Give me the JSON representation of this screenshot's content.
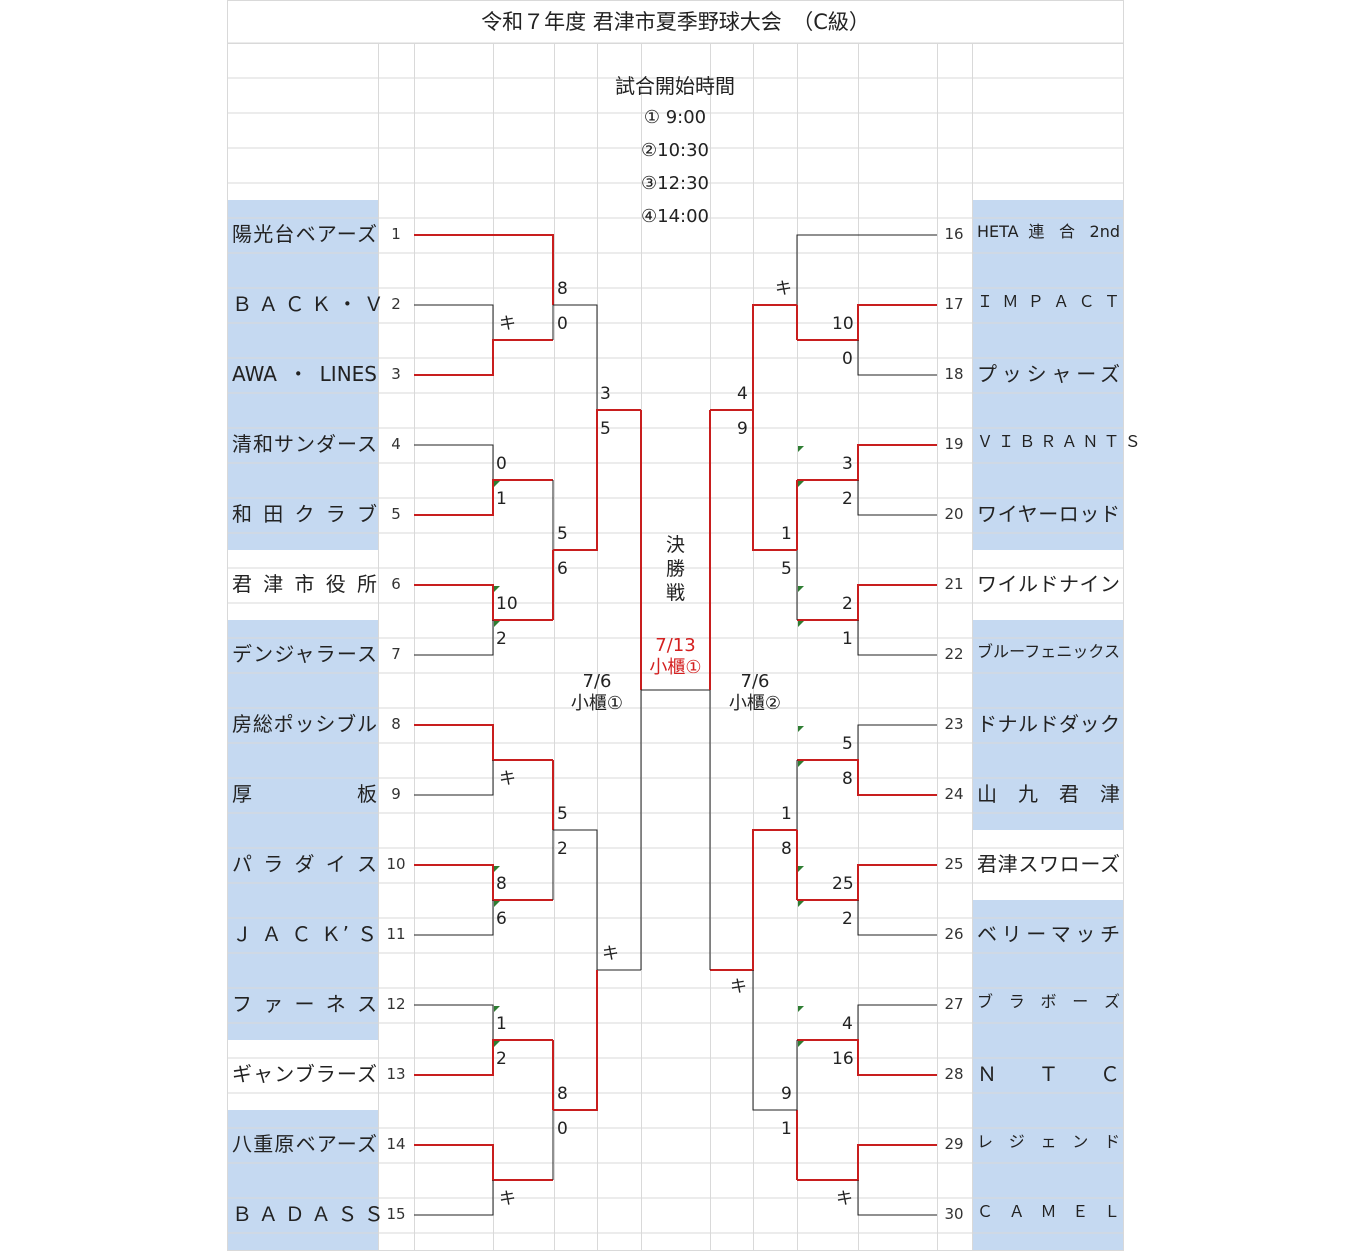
{
  "title": "令和７年度 君津市夏季野球大会　（C級）",
  "schedule": {
    "header": "試合開始時間",
    "times": [
      "①  9:00",
      "②10:30",
      "③12:30",
      "④14:00"
    ]
  },
  "left_teams": [
    {
      "seed": "1",
      "name": "陽光台ベアーズ",
      "shaded": true
    },
    {
      "seed": "2",
      "name": "Ｂ Ａ Ｃ Ｋ ・ Ｖ",
      "shaded": true
    },
    {
      "seed": "3",
      "name": "AWA・LINES",
      "shaded": true
    },
    {
      "seed": "4",
      "name": "清和サンダース",
      "shaded": true
    },
    {
      "seed": "5",
      "name": "和 田 ク ラ ブ",
      "shaded": true
    },
    {
      "seed": "6",
      "name": "君 津 市 役 所",
      "shaded": false
    },
    {
      "seed": "7",
      "name": "デンジャラース",
      "shaded": true
    },
    {
      "seed": "8",
      "name": "房総ポッシブル",
      "shaded": true
    },
    {
      "seed": "9",
      "name": "厚　　　　 板",
      "shaded": true
    },
    {
      "seed": "10",
      "name": "パ ラ ダ イ ス",
      "shaded": true
    },
    {
      "seed": "11",
      "name": "Ｊ Ａ Ｃ Ｋ’ Ｓ",
      "shaded": true
    },
    {
      "seed": "12",
      "name": "フ ァ ー ネ ス",
      "shaded": true
    },
    {
      "seed": "13",
      "name": "ギャンブラーズ",
      "shaded": false
    },
    {
      "seed": "14",
      "name": "八重原ベアーズ",
      "shaded": true
    },
    {
      "seed": "15",
      "name": "Ｂ Ａ Ｄ Ａ Ｓ Ｓ",
      "shaded": true
    }
  ],
  "right_teams": [
    {
      "seed": "16",
      "name": "HETA 連 合 2nd",
      "shaded": true
    },
    {
      "seed": "17",
      "name": "Ｉ Ｍ Ｐ Ａ Ｃ Ｔ",
      "shaded": true
    },
    {
      "seed": "18",
      "name": "プッシャーズ",
      "shaded": true
    },
    {
      "seed": "19",
      "name": "Ｖ Ｉ Ｂ Ｒ Ａ Ｎ Ｔ Ｓ",
      "shaded": true
    },
    {
      "seed": "20",
      "name": "ワイヤーロッド",
      "shaded": true
    },
    {
      "seed": "21",
      "name": "ワイルドナイン",
      "shaded": false
    },
    {
      "seed": "22",
      "name": "ブルーフェニックス",
      "shaded": true
    },
    {
      "seed": "23",
      "name": "ドナルドダック",
      "shaded": true
    },
    {
      "seed": "24",
      "name": "山　九　君　津",
      "shaded": true
    },
    {
      "seed": "25",
      "name": "君津スワローズ",
      "shaded": false
    },
    {
      "seed": "26",
      "name": "ベリーマッチ",
      "shaded": true
    },
    {
      "seed": "27",
      "name": "ブ ラ ボ ー ズ",
      "shaded": true
    },
    {
      "seed": "28",
      "name": "Ｎ　 Ｔ　 Ｃ",
      "shaded": true
    },
    {
      "seed": "29",
      "name": "レ ジ ェ ン ド",
      "shaded": true
    },
    {
      "seed": "30",
      "name": "Ｃ Ａ Ｍ Ｅ Ｌ",
      "shaded": true
    }
  ],
  "scores": {
    "l_r1_a_top": "8",
    "l_r1_a_bot": "0",
    "l_r1_a_inner": "キ",
    "l_r1_b_top": "0",
    "l_r1_b_bot": "1",
    "l_r1_c_top": "10",
    "l_r1_c_bot": "2",
    "l_r1_d_inner": "キ",
    "l_r1_e_top": "8",
    "l_r1_e_bot": "6",
    "l_r1_f_top": "1",
    "l_r1_f_bot": "2",
    "l_r1_g_inner": "キ",
    "l_r2_a_top": "3",
    "l_r2_a_bot": "5",
    "l_r2_b_top": "5",
    "l_r2_b_bot": "6",
    "l_r2_c_top": "5",
    "l_r2_c_bot": "2",
    "l_r2_d_top": "8",
    "l_r2_d_bot": "0",
    "l_r3_bot": "キ",
    "r_r1_a_inner": "キ",
    "r_r1_b_top": "10",
    "r_r1_b_bot": "0",
    "r_r1_c_top": "3",
    "r_r1_c_bot": "2",
    "r_r1_d_top": "2",
    "r_r1_d_bot": "1",
    "r_r1_e_top": "5",
    "r_r1_e_bot": "8",
    "r_r1_f_top": "25",
    "r_r1_f_bot": "2",
    "r_r1_g_top": "4",
    "r_r1_g_bot": "16",
    "r_r1_h_inner": "キ",
    "r_r2_a_top": "4",
    "r_r2_a_bot": "9",
    "r_r2_b_top": "1",
    "r_r2_b_bot": "5",
    "r_r2_c_top": "1",
    "r_r2_c_bot": "8",
    "r_r2_d_top": "9",
    "r_r2_d_bot": "1",
    "r_r3_bot": "キ"
  },
  "final": {
    "label_chars": [
      "決",
      "勝",
      "戦"
    ],
    "date": "7/13",
    "venue": "小櫃①"
  },
  "semis": {
    "left": {
      "date": "7/6",
      "venue": "小櫃①"
    },
    "right": {
      "date": "7/6",
      "venue": "小櫃②"
    }
  },
  "colors": {
    "team_shade": "#c5d9f1",
    "winner_line": "#c81e1e",
    "bracket_line": "#222222",
    "grid_line": "#d9d9d9",
    "comment_marker": "#2e7d32"
  }
}
